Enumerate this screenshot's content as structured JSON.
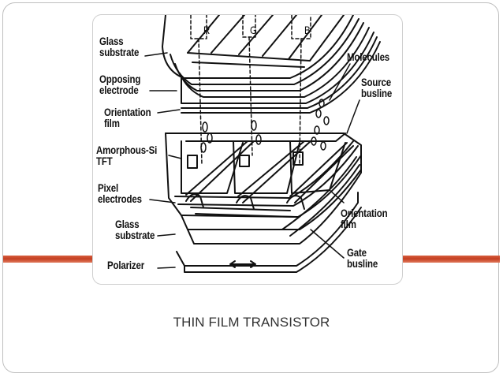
{
  "slide": {
    "caption": "THIN FILM TRANSISTOR",
    "accent_color": "#c8472a",
    "border_color": "#bfbfbf"
  },
  "diagram": {
    "labels_left": {
      "glass_substrate_top": "Glass\nsubstrate",
      "opposing_electrode": "Opposing\nelectrode",
      "orientation_film_top": "Orientation\nfilm",
      "amorphous_si_tft": "Amorphous-Si\nTFT",
      "pixel_electrodes": "Pixel\nelectrodes",
      "glass_substrate_bottom": "Glass\nsubstrate",
      "polarizer": "Polarizer"
    },
    "labels_right": {
      "molecules": "Molecules",
      "source_busline": "Source\nbusline",
      "orientation_film_bottom": "Orientation\nfilm",
      "gate_busline": "Gate\nbusline"
    },
    "filter_letters": [
      "R",
      "G",
      "B"
    ]
  }
}
